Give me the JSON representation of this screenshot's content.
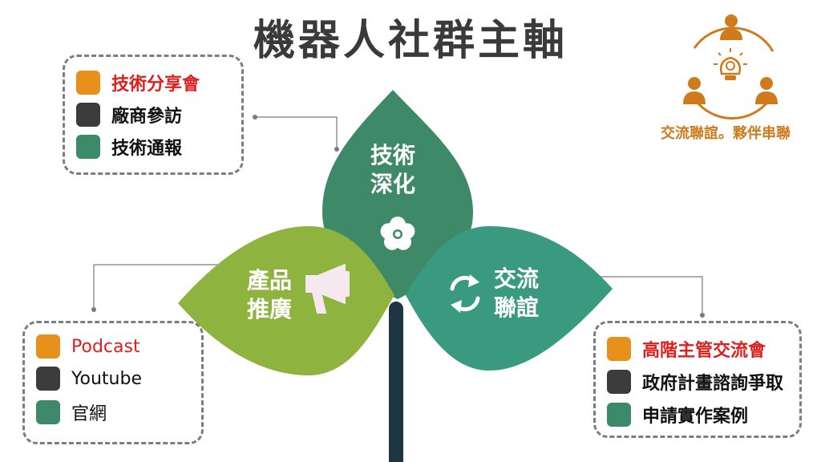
{
  "title": "機器人社群主軸",
  "colors": {
    "orange": "#e8901c",
    "dark": "#3c3c3c",
    "green": "#3d8a6a",
    "leaf_top": "#3e8a68",
    "leaf_left": "#8fb33f",
    "leaf_right": "#3a9a80",
    "stem": "#1e3544"
  },
  "leaves": {
    "top": {
      "line1": "技術",
      "line2": "深化",
      "icon": "flower-icon"
    },
    "left": {
      "line1": "產品",
      "line2": "推廣",
      "icon": "megaphone-icon"
    },
    "right": {
      "line1": "交流",
      "line2": "聯誼",
      "icon": "refresh-icon"
    }
  },
  "boxes": {
    "tech": {
      "items": [
        {
          "label": "技術分享會",
          "highlight": true,
          "color": "#e8901c"
        },
        {
          "label": "廠商參訪",
          "highlight": false,
          "color": "#3c3c3c"
        },
        {
          "label": "技術通報",
          "highlight": false,
          "color": "#3d8a6a"
        }
      ]
    },
    "promo": {
      "items": [
        {
          "label": "Podcast",
          "highlight": true,
          "color": "#e8901c"
        },
        {
          "label": "Youtube",
          "highlight": false,
          "color": "#3c3c3c"
        },
        {
          "label": "官網",
          "highlight": false,
          "color": "#3d8a6a"
        }
      ]
    },
    "network": {
      "items": [
        {
          "label": "高階主管交流會",
          "highlight": true,
          "color": "#e8901c"
        },
        {
          "label": "政府計畫諮詢爭取",
          "highlight": false,
          "color": "#3c3c3c"
        },
        {
          "label": "申請實作案例",
          "highlight": false,
          "color": "#3d8a6a"
        }
      ]
    }
  },
  "emblem": {
    "caption": "交流聯誼。夥伴串聯",
    "icon": "team-idea-icon"
  }
}
